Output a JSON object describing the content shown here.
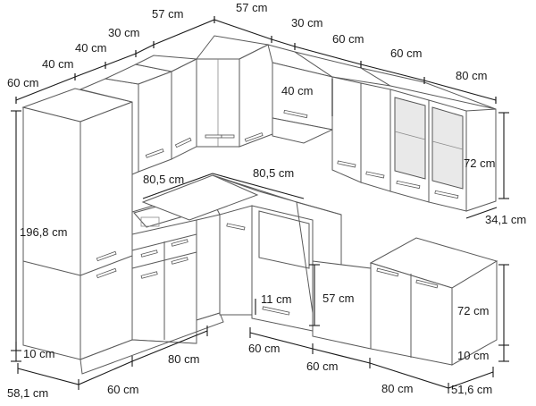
{
  "labels": {
    "top_57_left": "57 cm",
    "top_57_right": "57 cm",
    "top_30_left": "30 cm",
    "top_40_a": "40 cm",
    "top_40_b": "40 cm",
    "top_60_left": "60 cm",
    "top_30_right": "30 cm",
    "top_60_a": "60 cm",
    "top_60_b": "60 cm",
    "top_80": "80 cm",
    "wall_40_height": "40 cm",
    "wall_72_height": "72 cm",
    "wall_depth": "34,1 cm",
    "tall_height": "196,8 cm",
    "corner_805_left": "80,5 cm",
    "corner_805_right": "80,5 cm",
    "drawer_11": "11 cm",
    "oven_57": "57 cm",
    "base_72_height": "72 cm",
    "plinth_left": "10 cm",
    "plinth_right": "10 cm",
    "bottom_581": "58,1 cm",
    "bottom_60_left": "60 cm",
    "bottom_80_left": "80 cm",
    "bottom_60_mid_a": "60 cm",
    "bottom_60_mid_b": "60 cm",
    "bottom_80_right": "80 cm",
    "bottom_516": "51,6 cm"
  }
}
